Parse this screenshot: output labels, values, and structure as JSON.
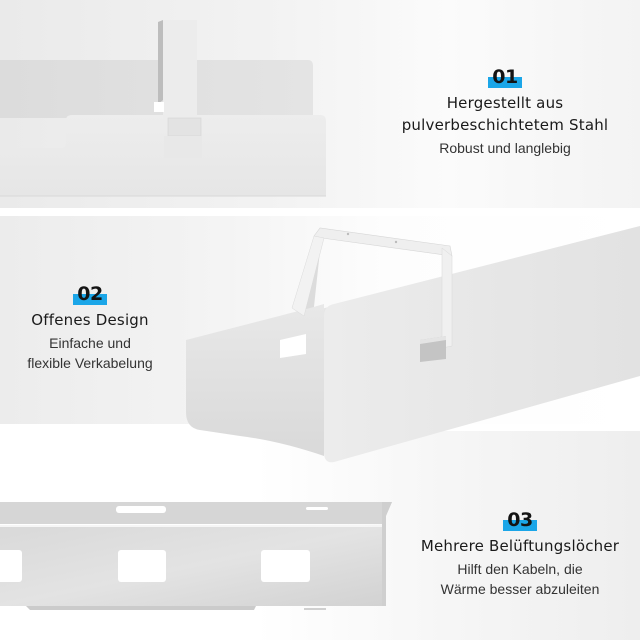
{
  "colors": {
    "accent": "#1ba6e8",
    "text_primary": "#1a1a1a",
    "text_secondary": "#333333",
    "panel_gray": "#ececec"
  },
  "features": [
    {
      "number": "01",
      "title_lines": [
        "Hergestellt aus",
        "pulverbeschichtetem Stahl"
      ],
      "subtitle_lines": [
        "Robust und langlebig"
      ]
    },
    {
      "number": "02",
      "title_lines": [
        "Offenes Design"
      ],
      "subtitle_lines": [
        "Einfache und",
        "flexible Verkabelung"
      ]
    },
    {
      "number": "03",
      "title_lines": [
        "Mehrere Belüftungslöcher"
      ],
      "subtitle_lines": [
        "Hilft den Kabeln, die",
        "Wärme besser abzuleiten"
      ]
    }
  ],
  "illustrations": [
    {
      "icon": "cable-tray-side-view-icon"
    },
    {
      "icon": "cable-tray-perspective-icon"
    },
    {
      "icon": "cable-tray-vent-holes-icon"
    }
  ]
}
